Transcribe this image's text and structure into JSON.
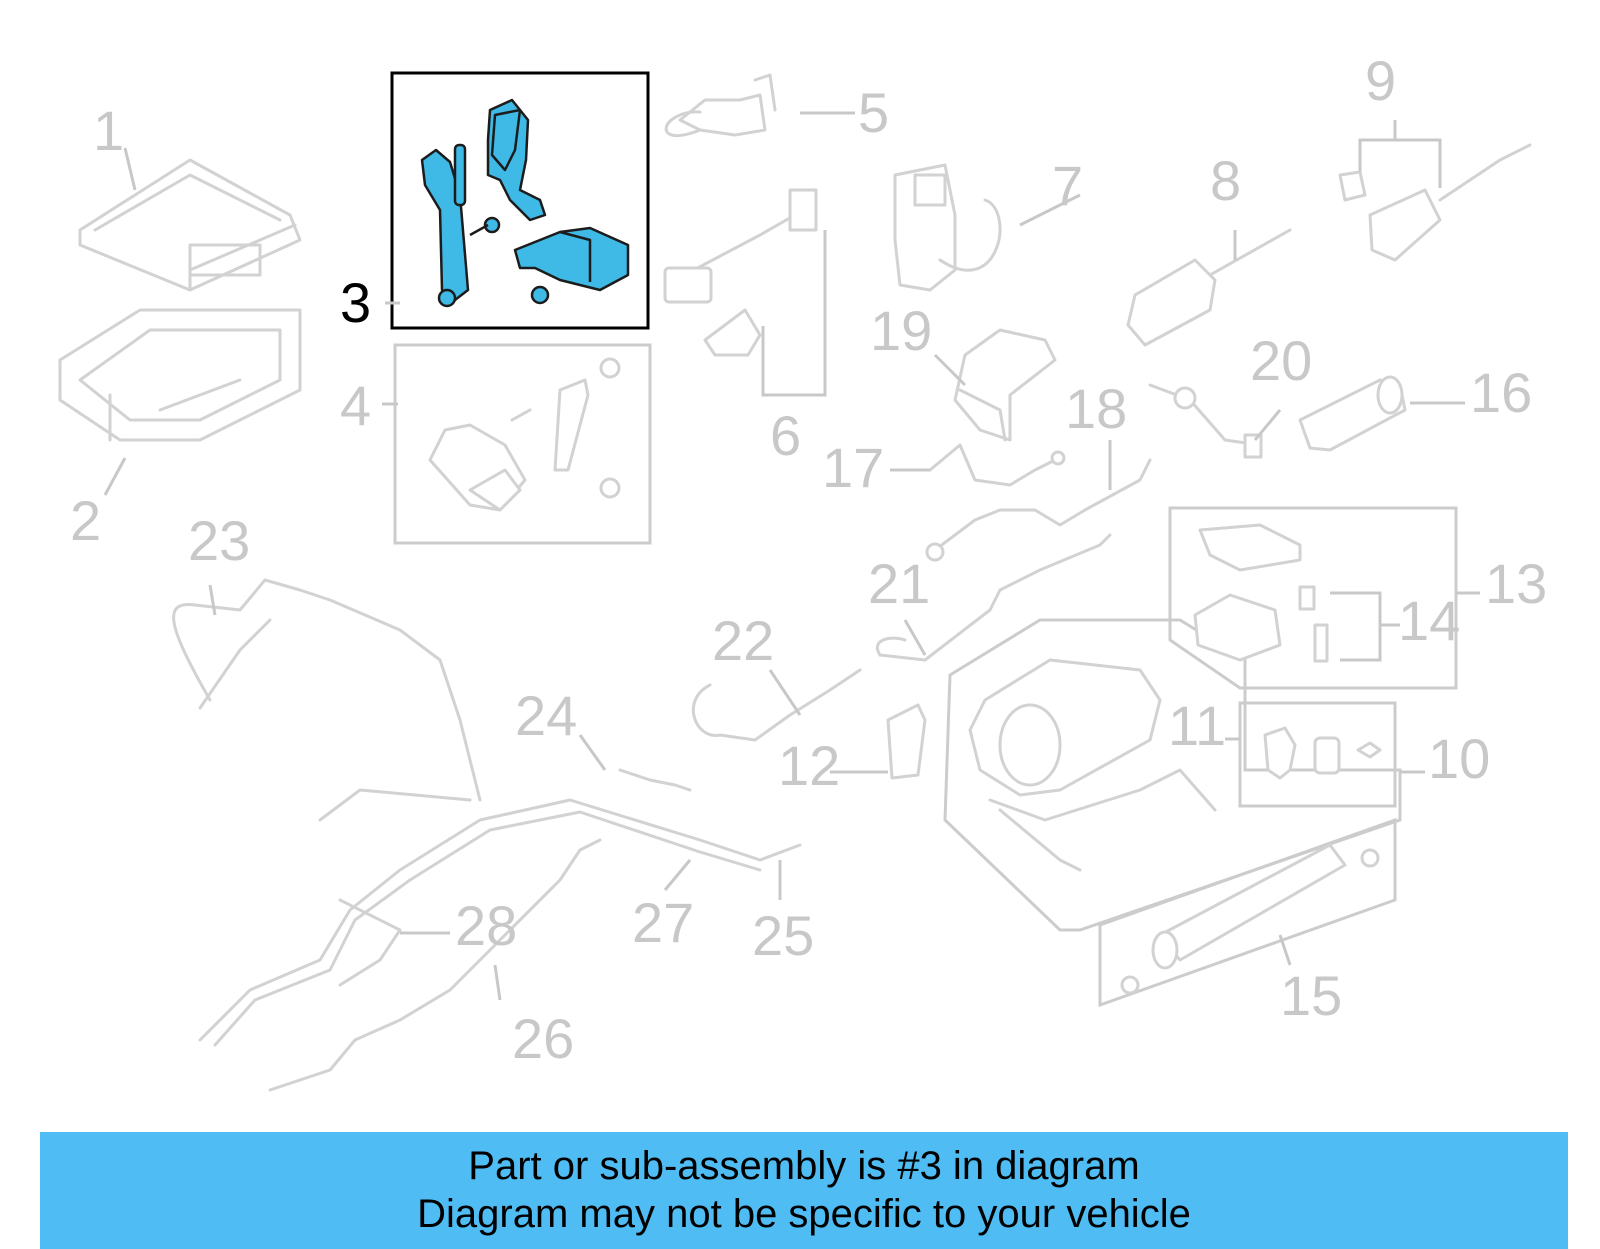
{
  "callouts": [
    {
      "id": "1",
      "label": "1"
    },
    {
      "id": "2",
      "label": "2"
    },
    {
      "id": "3",
      "label": "3",
      "highlighted": true
    },
    {
      "id": "4",
      "label": "4"
    },
    {
      "id": "5",
      "label": "5"
    },
    {
      "id": "6",
      "label": "6"
    },
    {
      "id": "7",
      "label": "7"
    },
    {
      "id": "8",
      "label": "8"
    },
    {
      "id": "9",
      "label": "9"
    },
    {
      "id": "10",
      "label": "10"
    },
    {
      "id": "11",
      "label": "11"
    },
    {
      "id": "12",
      "label": "12"
    },
    {
      "id": "13",
      "label": "13"
    },
    {
      "id": "14",
      "label": "14"
    },
    {
      "id": "15",
      "label": "15"
    },
    {
      "id": "16",
      "label": "16"
    },
    {
      "id": "17",
      "label": "17"
    },
    {
      "id": "18",
      "label": "18"
    },
    {
      "id": "19",
      "label": "19"
    },
    {
      "id": "20",
      "label": "20"
    },
    {
      "id": "21",
      "label": "21"
    },
    {
      "id": "22",
      "label": "22"
    },
    {
      "id": "23",
      "label": "23"
    },
    {
      "id": "24",
      "label": "24"
    },
    {
      "id": "25",
      "label": "25"
    },
    {
      "id": "26",
      "label": "26"
    },
    {
      "id": "27",
      "label": "27"
    },
    {
      "id": "28",
      "label": "28"
    }
  ],
  "colors": {
    "highlight_fill": "#3fb9e6",
    "banner_background": "#4fbdf3",
    "faded_part": "#d2d2d2"
  },
  "banner": {
    "line1": "Part or sub-assembly is #3 in diagram",
    "line2": "Diagram may not be specific to your vehicle"
  }
}
